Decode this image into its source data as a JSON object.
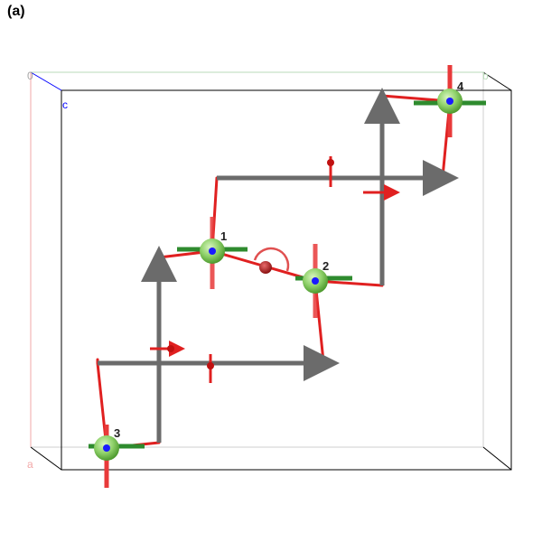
{
  "panel_label": "(a)",
  "axes": [
    {
      "id": "o",
      "label": "0",
      "color": "#a6a6a6"
    },
    {
      "id": "a",
      "label": "a",
      "color": "#f2a7a7"
    },
    {
      "id": "b",
      "label": "b",
      "color": "#b9dbb9"
    },
    {
      "id": "c",
      "label": "c",
      "color": "#0000ff"
    }
  ],
  "atoms": [
    {
      "id": "1",
      "label": "1"
    },
    {
      "id": "2",
      "label": "2"
    },
    {
      "id": "3",
      "label": "3"
    },
    {
      "id": "4",
      "label": "4"
    }
  ],
  "colors": {
    "atom": "#8fd16a",
    "atom_center": "#1a1aff",
    "bond": "#e02020",
    "bond_dark": "#8a0000",
    "arrow": "#6b6b6b",
    "green_axis": "#2e8b2e",
    "red_axis": "#e83a3a",
    "cell_edge": "#000000"
  }
}
